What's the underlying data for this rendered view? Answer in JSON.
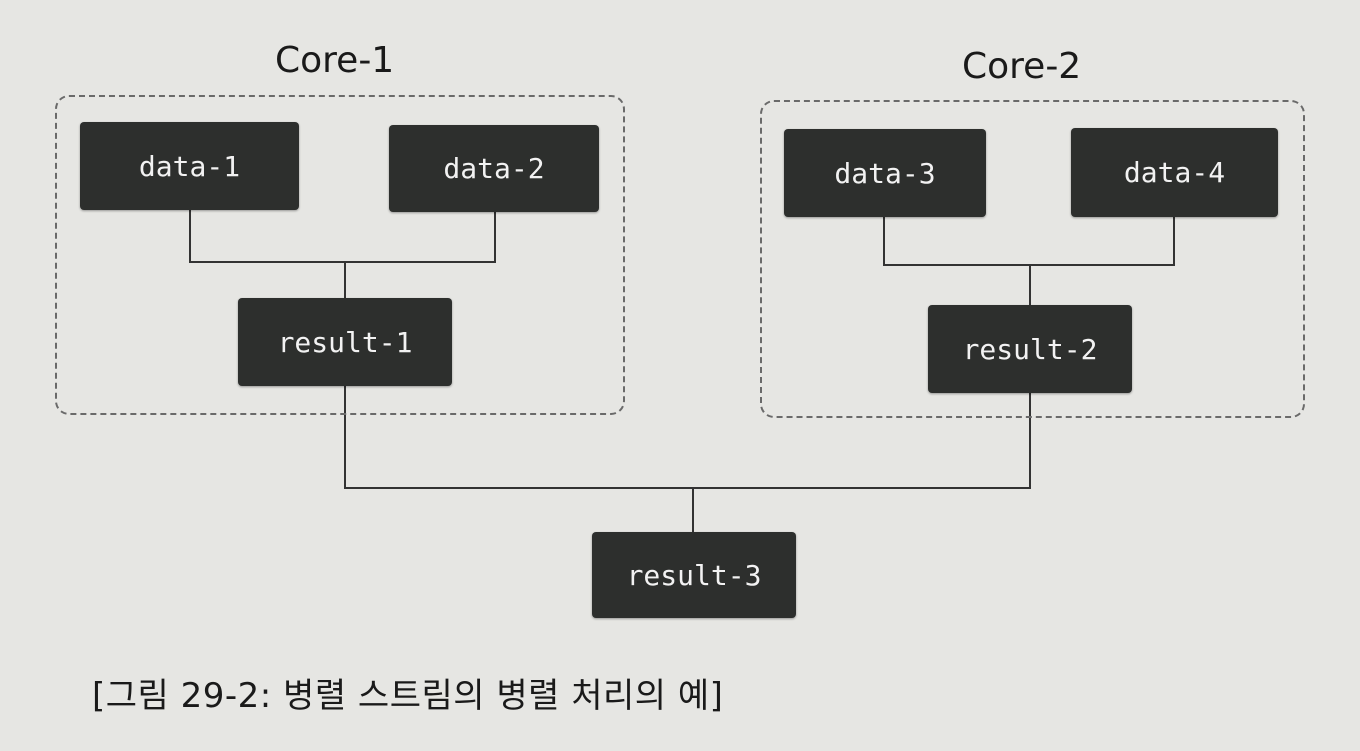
{
  "diagram": {
    "core1": {
      "title": "Core-1",
      "data_left": "data-1",
      "data_right": "data-2",
      "result": "result-1"
    },
    "core2": {
      "title": "Core-2",
      "data_left": "data-3",
      "data_right": "data-4",
      "result": "result-2"
    },
    "final_result": "result-3",
    "caption": "[그림 29-2: 병렬 스트림의 병렬 처리의 예]"
  },
  "colors": {
    "background": "#e6e6e3",
    "node_fill": "#2d2f2d",
    "node_text": "#f2f2f2",
    "line": "#333333",
    "dashed_border": "#6a6a6a"
  }
}
